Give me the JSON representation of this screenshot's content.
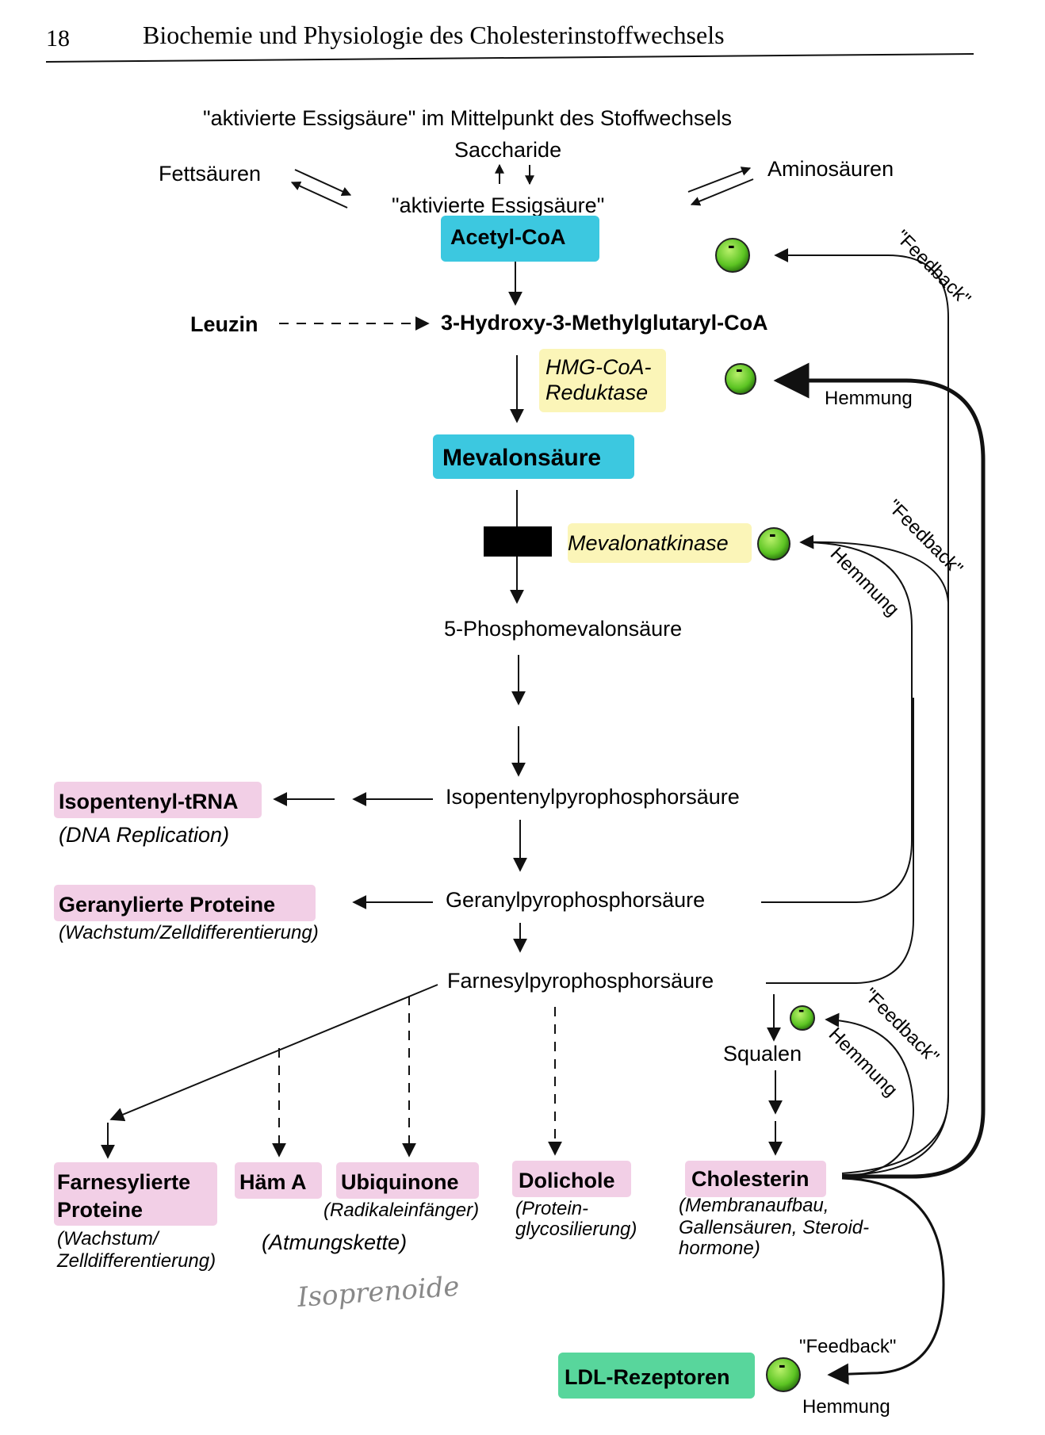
{
  "header": {
    "page_number": "18",
    "title": "Biochemie und Physiologie des Cholesterinstoffwechsels"
  },
  "diagram": {
    "heading": "\"aktivierte Essigsäure\" im Mittelpunkt des Stoffwechsels",
    "saccharide": "Saccharide",
    "fettsaeuren": "Fettsäuren",
    "aminosaeuren": "Aminosäuren",
    "aktivierte": "\"aktivierte Essigsäure\"",
    "acetyl": "Acetyl-CoA",
    "leuzin": "Leuzin",
    "hmgcoa": "3-Hydroxy-3-Methylglutaryl-CoA",
    "reductase_1": "HMG-CoA-",
    "reductase_2": "Reduktase",
    "mevalonsaeure": "Mevalonsäure",
    "mevalonatkinase": "Mevalonatkinase",
    "phospho": "5-Phosphomevalonsäure",
    "isopentenyl": "Isopentenylpyrophosphorsäure",
    "geranyl": "Geranylpyrophosphorsäure",
    "farnesyl": "Farnesylpyrophosphorsäure",
    "squalen": "Squalen",
    "trna": "Isopentenyl-tRNA",
    "trna_note": "(DNA Replication)",
    "geranylierte": "Geranylierte Proteine",
    "geranylierte_note": "(Wachstum/Zelldifferentierung)",
    "farnesylierte_1": "Farnesylierte",
    "farnesylierte_2": "Proteine",
    "farnesylierte_note_1": "(Wachstum/",
    "farnesylierte_note_2": "Zelldifferentierung)",
    "haem": "Häm A",
    "haem_note": "(Atmungskette)",
    "ubiquinone": "Ubiquinone",
    "ubiquinone_note": "(Radikaleinfänger)",
    "dolichole": "Dolichole",
    "dolichole_note_1": "(Protein-",
    "dolichole_note_2": "glycosilierung)",
    "cholesterin": "Cholesterin",
    "cholesterin_note_1": "(Membranaufbau,",
    "cholesterin_note_2": "Gallensäuren, Steroid-",
    "cholesterin_note_3": "hormone)",
    "ldl": "LDL-Rezeptoren",
    "feedback": "\"Feedback\"",
    "hemmung": "Hemmung",
    "minus": "-",
    "handwritten": "Isoprenoide"
  },
  "colors": {
    "cyan_highlight": "#3cc8e0",
    "yellow_highlight": "#fbf5b8",
    "pink_highlight": "#f2cfe6",
    "green_highlight": "#58d69c",
    "inhibition_circle": "#6ccf2a"
  }
}
